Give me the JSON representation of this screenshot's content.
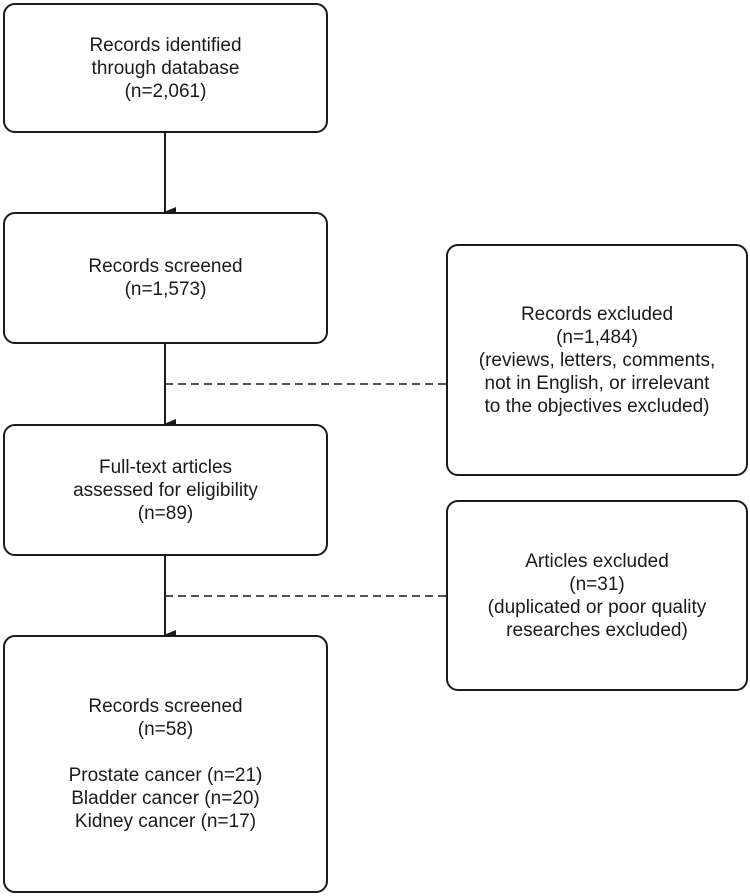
{
  "diagram": {
    "identified": {
      "lines": [
        "Records identified",
        "through database",
        "(n=2,061)"
      ]
    },
    "screened": {
      "lines": [
        "Records screened",
        "(n=1,573)"
      ]
    },
    "records_excluded": {
      "lines": [
        "Records excluded",
        "(n=1,484)",
        "(reviews, letters, comments,",
        "not in English, or irrelevant",
        "to the objectives excluded)"
      ]
    },
    "fulltext": {
      "lines": [
        "Full-text articles",
        "assessed for eligibility",
        "(n=89)"
      ]
    },
    "articles_excluded": {
      "lines": [
        "Articles excluded",
        "(n=31)",
        "(duplicated or poor quality",
        "researches excluded)"
      ]
    },
    "final": {
      "lines": [
        "Records screened",
        "(n=58)"
      ],
      "subgroups": [
        "Prostate cancer (n=21)",
        "Bladder cancer (n=20)",
        "Kidney cancer (n=17)"
      ]
    }
  }
}
